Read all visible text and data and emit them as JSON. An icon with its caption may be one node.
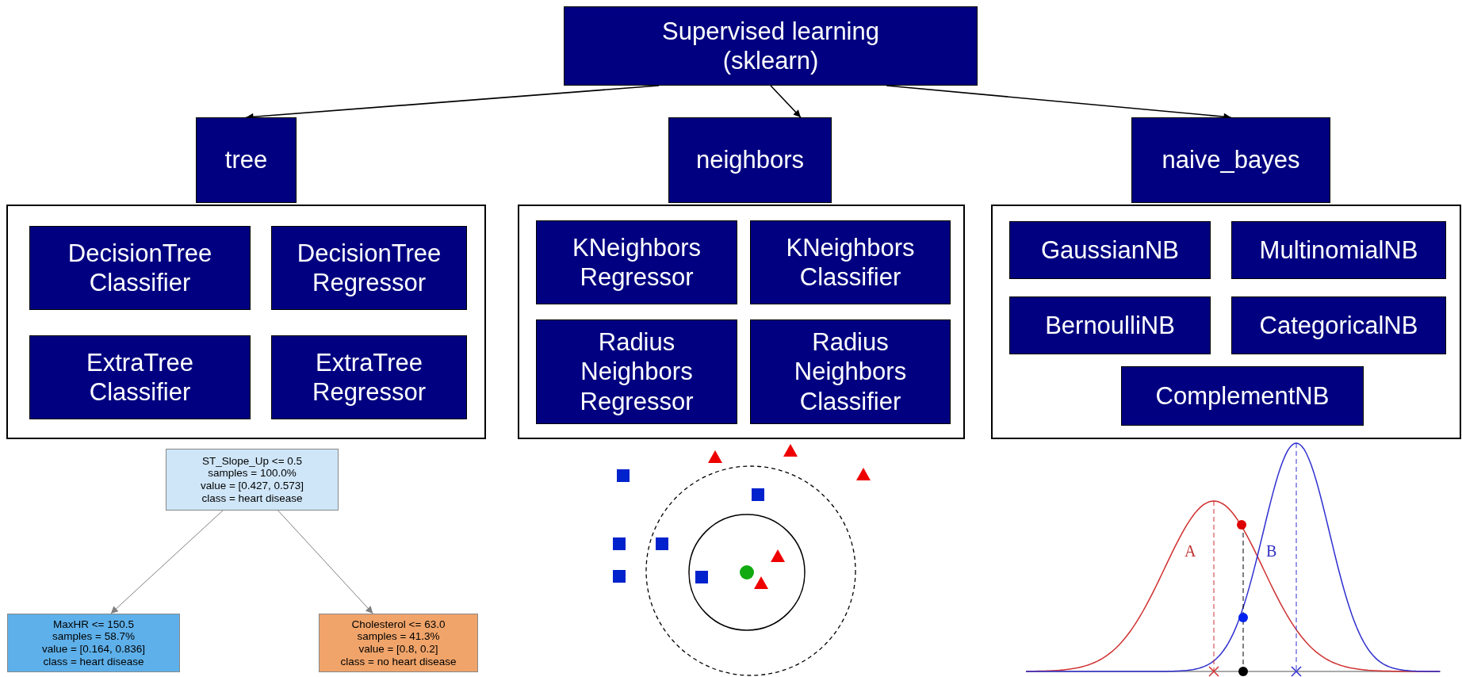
{
  "diagram": {
    "nodes": [
      {
        "text": [
          "Supervised learning (sklearn)"
        ]
      },
      {
        "text": [
          "tree"
        ]
      },
      {
        "text": [
          "neighbors"
        ]
      },
      {
        "text": [
          "naive_bayes"
        ]
      },
      {
        "text": [],
        "shape": "box"
      },
      {
        "text": [
          "DecisionTree Classifier"
        ],
        "in": 4
      },
      {
        "text": [
          "DecisionTree Regressor"
        ],
        "in": 4
      },
      {
        "text": [
          "ExtraTree Classifier"
        ],
        "in": 4
      },
      {
        "text": [
          "ExtraTree Regressor"
        ],
        "in": 4
      },
      {
        "text": [],
        "shape": "box"
      },
      {
        "text": [
          "KNeighbors Regressor"
        ],
        "in": 9
      },
      {
        "text": [
          "KNeighbors Classifier"
        ],
        "in": 9
      },
      {
        "text": [
          "Radius Neighbors Regressor"
        ],
        "in": 9
      },
      {
        "text": [
          "Radius Neighbors Classifier"
        ],
        "in": 9
      },
      {
        "text": [],
        "shape": "box"
      },
      {
        "text": [
          "GaussianNB"
        ],
        "in": 14
      },
      {
        "text": [
          "MultinomialNB"
        ],
        "in": 14
      },
      {
        "text": [
          "BernoulliNB"
        ],
        "in": 14
      },
      {
        "text": [
          "CategoricalNB"
        ],
        "in": 14
      },
      {
        "text": [
          "ComplementNB"
        ],
        "in": 14
      },
      {
        "text": [
          "ST_Slope_Up <= 0.5",
          "samples = 100.0%",
          "value = [0.427, 0.573]",
          "class = heart disease"
        ]
      },
      {
        "text": [
          "MaxHR <= 150.5",
          "samples = 58.7%",
          "value = [0.164, 0.836]",
          "class = heart disease"
        ]
      },
      {
        "text": [
          "Cholesterol <= 63.0",
          "samples = 41.3%",
          "value = [0.8, 0.2]",
          "class = no heart disease"
        ]
      }
    ],
    "edges": [
      {
        "from": 0,
        "to": 1,
        "arrow": "to"
      },
      {
        "from": 0,
        "to": 2,
        "arrow": "to"
      },
      {
        "from": 0,
        "to": 3,
        "arrow": "to"
      },
      {
        "from": 20,
        "to": 21,
        "arrow": "to",
        "color": "#808080"
      },
      {
        "from": 20,
        "to": 22,
        "arrow": "to",
        "color": "#808080"
      }
    ],
    "labels": [
      "A",
      "B"
    ]
  }
}
